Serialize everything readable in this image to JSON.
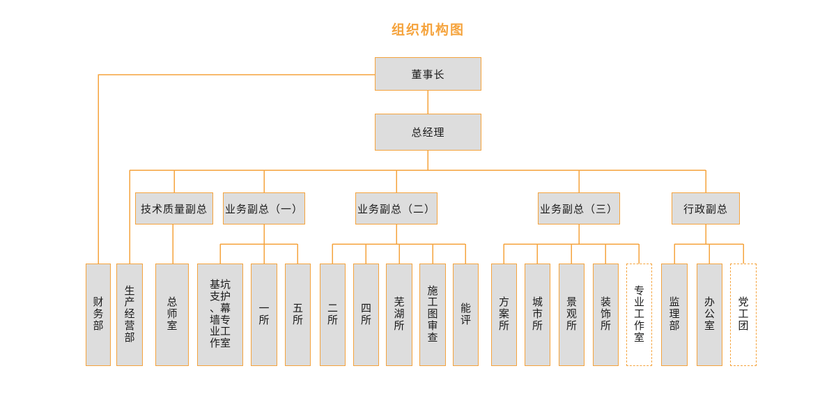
{
  "title": "组织机构图",
  "colors": {
    "accent": "#F5A33C",
    "box_fill": "#DDDDDD",
    "dashed_box_fill": "#FFFFFF",
    "text": "#1A1A1A",
    "background": "#FFFFFF"
  },
  "nodes": {
    "chairman": {
      "label": "董事长"
    },
    "general_manager": {
      "label": "总经理",
      "parent": "董事长"
    },
    "deputies": [
      {
        "label": "技术质量副总",
        "parent": "总经理"
      },
      {
        "label": "业务副总（一）",
        "parent": "总经理"
      },
      {
        "label": "业务副总（二）",
        "parent": "总经理"
      },
      {
        "label": "业务副总（三）",
        "parent": "总经理"
      },
      {
        "label": "行政副总",
        "parent": "总经理"
      }
    ],
    "departments": [
      {
        "label": "财务部",
        "parent": "董事长",
        "border": "solid"
      },
      {
        "label": "生产经营部",
        "parent": "总经理",
        "border": "solid"
      },
      {
        "label": "总师室",
        "parent": "技术质量副总",
        "border": "solid"
      },
      {
        "label": "基坑支护、幕墙专业工作室",
        "parent": "业务副总（一）",
        "border": "solid"
      },
      {
        "label": "一所",
        "parent": "业务副总（一）",
        "border": "solid"
      },
      {
        "label": "五所",
        "parent": "业务副总（一）",
        "border": "solid"
      },
      {
        "label": "二所",
        "parent": "业务副总（二）",
        "border": "solid"
      },
      {
        "label": "四所",
        "parent": "业务副总（二）",
        "border": "solid"
      },
      {
        "label": "芜湖所",
        "parent": "业务副总（二）",
        "border": "solid"
      },
      {
        "label": "施工图审查",
        "parent": "业务副总（二）",
        "border": "solid"
      },
      {
        "label": "能评",
        "parent": "业务副总（二）",
        "border": "solid"
      },
      {
        "label": "方案所",
        "parent": "业务副总（三）",
        "border": "solid"
      },
      {
        "label": "城市所",
        "parent": "业务副总（三）",
        "border": "solid"
      },
      {
        "label": "景观所",
        "parent": "业务副总（三）",
        "border": "solid"
      },
      {
        "label": "装饰所",
        "parent": "业务副总（三）",
        "border": "solid"
      },
      {
        "label": "专业工作室",
        "parent": "业务副总（三）",
        "border": "dashed"
      },
      {
        "label": "监理部",
        "parent": "行政副总",
        "border": "solid"
      },
      {
        "label": "办公室",
        "parent": "行政副总",
        "border": "solid"
      },
      {
        "label": "党工团",
        "parent": "行政副总",
        "border": "dashed"
      }
    ]
  }
}
